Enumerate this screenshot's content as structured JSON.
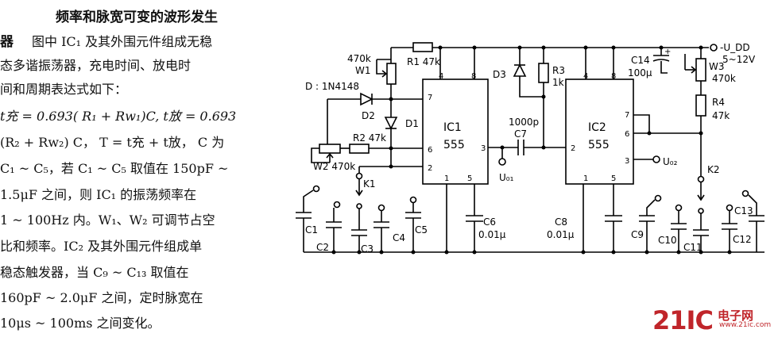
{
  "text": {
    "title": "频率和脉宽可变的波形发生",
    "title_cont": "器",
    "lines": [
      "图中 IC₁ 及其外围元件组成无稳",
      "态多谐振荡器，充电时间、放电时",
      "间和周期表达式如下：",
      "t充 = 0.693( R₁ + Rw₁)C, t放  = 0.693",
      "(R₂ + Rw₂) C，  T = t充 + t放，  C 为",
      "C₁ ~ C₅，若 C₁ ~ C₅ 取值在 150pF ~",
      "1.5μF 之间，则 IC₁ 的振荡频率在",
      "1 ~ 100Hz 内。W₁、W₂ 可调节占空",
      "比和频率。IC₂ 及其外围元件组成单",
      "稳态触发器，当 C₉ ~ C₁₃ 取值在",
      "160pF ~ 2.0μF 之间，定时脉宽在",
      "10μs ~ 100ms 之间变化。"
    ]
  },
  "circuit": {
    "ic1": {
      "name": "IC1",
      "type": "555",
      "pins": [
        "7",
        "6",
        "2",
        "8",
        "4",
        "1",
        "5",
        "3"
      ]
    },
    "ic2": {
      "name": "IC2",
      "type": "555",
      "pins": [
        "4",
        "8",
        "7",
        "6",
        "2",
        "3",
        "1",
        "5"
      ]
    },
    "labels": {
      "d_diode": "D : 1N4148",
      "d2": "D2",
      "d1": "D1",
      "d3": "D3",
      "r1": "R1  47k",
      "w1_val": "470k",
      "w1": "W1",
      "r2": "R2  47k",
      "w2": "W2  470k",
      "r3": "R3",
      "r3_val": "1k",
      "r4": "R4",
      "r4_val": "47k",
      "w3": "W3",
      "w3_val": "470k",
      "c14": "C14",
      "c14_val": "100μ",
      "c7_val": "1000p",
      "c7": "C7",
      "c6": "C6",
      "c6_val": "0.01μ",
      "c8": "C8",
      "c8_val": "0.01μ",
      "k1": "K1",
      "k2": "K2",
      "c1": "C1",
      "c2": "C2",
      "c3": "C3",
      "c4": "C4",
      "c5": "C5",
      "c9": "C9",
      "c10": "C10",
      "c11": "C11",
      "c12": "C12",
      "c13": "C13",
      "u01": "U₀₁",
      "u02": "U₀₂",
      "udd": "-U_DD",
      "udd_range": "5~12V"
    }
  },
  "watermark": {
    "number": "21IC",
    "cn": "电子网",
    "url": "www.21ic.com"
  }
}
